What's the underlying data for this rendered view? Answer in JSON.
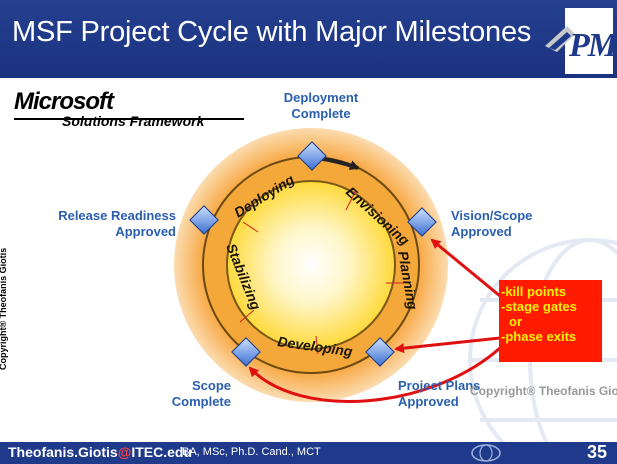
{
  "slide": {
    "title": "MSF Project Cycle with Major Milestones",
    "number": "35"
  },
  "logo": {
    "microsoft": "Microsoft",
    "solutions_framework": "Solutions Framework",
    "pmi": "PMI"
  },
  "phases": [
    "Envisioning",
    "Planning",
    "Developing",
    "Stabilizing",
    "Deploying"
  ],
  "milestones": {
    "deployment_complete": [
      "Deployment",
      "Complete"
    ],
    "vision_scope": [
      "Vision/Scope",
      "Approved"
    ],
    "project_plans": [
      "Project Plans",
      "Approved"
    ],
    "scope_complete": [
      "Scope",
      "Complete"
    ],
    "release_readiness": [
      "Release Readiness",
      "Approved"
    ]
  },
  "callout": {
    "lines": [
      "-kill points",
      "-stage gates",
      "or",
      "-phase exits"
    ]
  },
  "copyright_vertical": "Copyright®  Theofanis Giotis",
  "watermark": "Copyright®  Theofanis Giotis",
  "footer": {
    "email_user": "Theofanis.Giotis",
    "email_at": "@",
    "email_domain": "ITEC.edu",
    "qualifications": "BA, MSc, Ph.D. Cand., MCT"
  },
  "colors": {
    "title_bar": "#1f3a8a",
    "label_blue": "#2a5fb0",
    "ring": "#f5a83a",
    "callout_bg": "#ff1a00",
    "callout_text": "#fff200",
    "arrow": "#e01010"
  }
}
